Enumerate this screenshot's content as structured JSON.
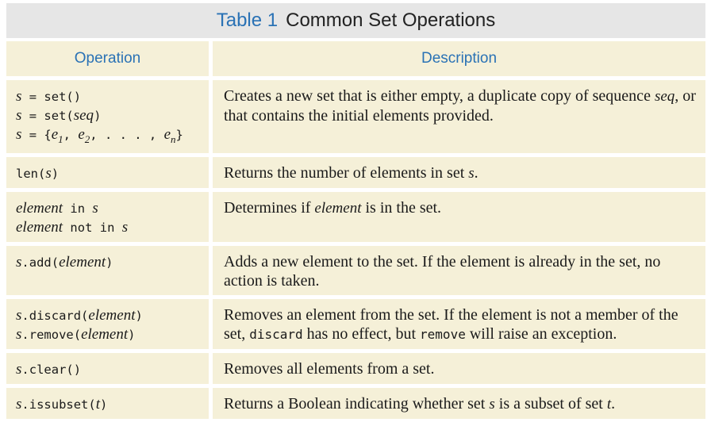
{
  "title": {
    "number": "Table 1",
    "text": "Common Set Operations"
  },
  "headers": {
    "operation": "Operation",
    "description": "Description"
  },
  "rows": [
    {
      "op_lines": [
        [
          {
            "t": "s",
            "i": true
          },
          {
            "t": " = set()"
          }
        ],
        [
          {
            "t": "s",
            "i": true
          },
          {
            "t": " = set("
          },
          {
            "t": "seq",
            "i": true
          },
          {
            "t": ")"
          }
        ],
        [
          {
            "t": "s",
            "i": true
          },
          {
            "t": " = {"
          },
          {
            "t": "e",
            "i": true,
            "sub": "1"
          },
          {
            "t": ", "
          },
          {
            "t": "e",
            "i": true,
            "sub": "2"
          },
          {
            "t": ", . . . , "
          },
          {
            "t": "e",
            "i": true,
            "sub": "n"
          },
          {
            "t": "}"
          }
        ]
      ],
      "desc": [
        {
          "t": "Creates a new set that is either empty, a duplicate copy of sequence "
        },
        {
          "t": "seq",
          "i": true
        },
        {
          "t": ", or that contains the initial elements provided."
        }
      ]
    },
    {
      "op_lines": [
        [
          {
            "t": "len("
          },
          {
            "t": "s",
            "i": true
          },
          {
            "t": ")"
          }
        ]
      ],
      "desc": [
        {
          "t": "Returns the number of elements in set "
        },
        {
          "t": "s",
          "i": true
        },
        {
          "t": "."
        }
      ]
    },
    {
      "op_lines": [
        [
          {
            "t": "element",
            "i": true
          },
          {
            "t": " in "
          },
          {
            "t": "s",
            "i": true
          }
        ],
        [
          {
            "t": "element",
            "i": true
          },
          {
            "t": " not in "
          },
          {
            "t": "s",
            "i": true
          }
        ]
      ],
      "desc": [
        {
          "t": "Determines if "
        },
        {
          "t": "element",
          "i": true
        },
        {
          "t": " is in the set."
        }
      ]
    },
    {
      "op_lines": [
        [
          {
            "t": "s",
            "i": true
          },
          {
            "t": ".add("
          },
          {
            "t": "element",
            "i": true
          },
          {
            "t": ")"
          }
        ]
      ],
      "desc": [
        {
          "t": "Adds a new element to the set. If the element is already in the set, no action is taken."
        }
      ]
    },
    {
      "op_lines": [
        [
          {
            "t": "s",
            "i": true
          },
          {
            "t": ".discard("
          },
          {
            "t": "element",
            "i": true
          },
          {
            "t": ")"
          }
        ],
        [
          {
            "t": "s",
            "i": true
          },
          {
            "t": ".remove("
          },
          {
            "t": "element",
            "i": true
          },
          {
            "t": ")"
          }
        ]
      ],
      "desc": [
        {
          "t": "Removes an element from the set. If the element is not a member of the set, "
        },
        {
          "t": "discard",
          "c": true
        },
        {
          "t": " has no effect, but "
        },
        {
          "t": "remove",
          "c": true
        },
        {
          "t": " will raise an exception."
        }
      ]
    },
    {
      "op_lines": [
        [
          {
            "t": "s",
            "i": true
          },
          {
            "t": ".clear()"
          }
        ]
      ],
      "desc": [
        {
          "t": "Removes all elements from a set."
        }
      ]
    },
    {
      "op_lines": [
        [
          {
            "t": "s",
            "i": true
          },
          {
            "t": ".issubset("
          },
          {
            "t": "t",
            "i": true
          },
          {
            "t": ")"
          }
        ]
      ],
      "desc": [
        {
          "t": "Returns a Boolean indicating whether set "
        },
        {
          "t": "s",
          "i": true
        },
        {
          "t": " is a subset of set "
        },
        {
          "t": "t",
          "i": true
        },
        {
          "t": "."
        }
      ]
    }
  ],
  "colors": {
    "title_background": "#e6e6e6",
    "cell_background": "#f5f0d8",
    "accent_blue": "#2a72b5"
  }
}
